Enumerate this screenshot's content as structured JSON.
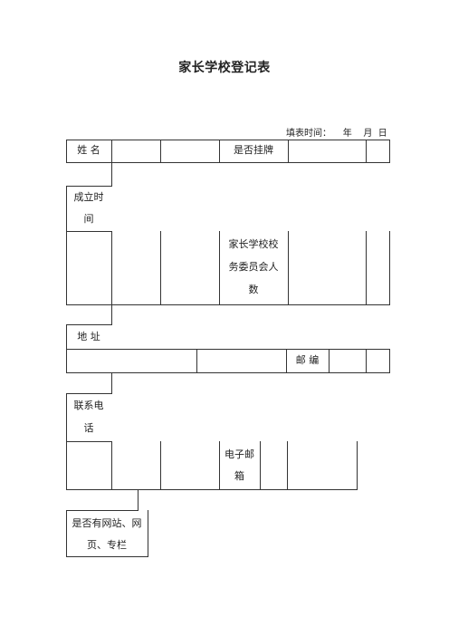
{
  "title": "家长学校登记表",
  "fill_date": "填表时间：    年    月  日",
  "form": {
    "name_label": "姓  名",
    "sign_label": "是否挂牌",
    "founded_label_1": "成立时",
    "founded_label_2": "间",
    "committee_label_1": "家长学校校",
    "committee_label_2": "务委员会人",
    "committee_label_3": "数",
    "address_label": "地  址",
    "postcode_label": "邮  编",
    "phone_label_1": "联系电",
    "phone_label_2": "话",
    "email_label_1": "电子邮",
    "email_label_2": "箱",
    "website_label_1": "是否有网站、网",
    "website_label_2": "页、专栏"
  }
}
